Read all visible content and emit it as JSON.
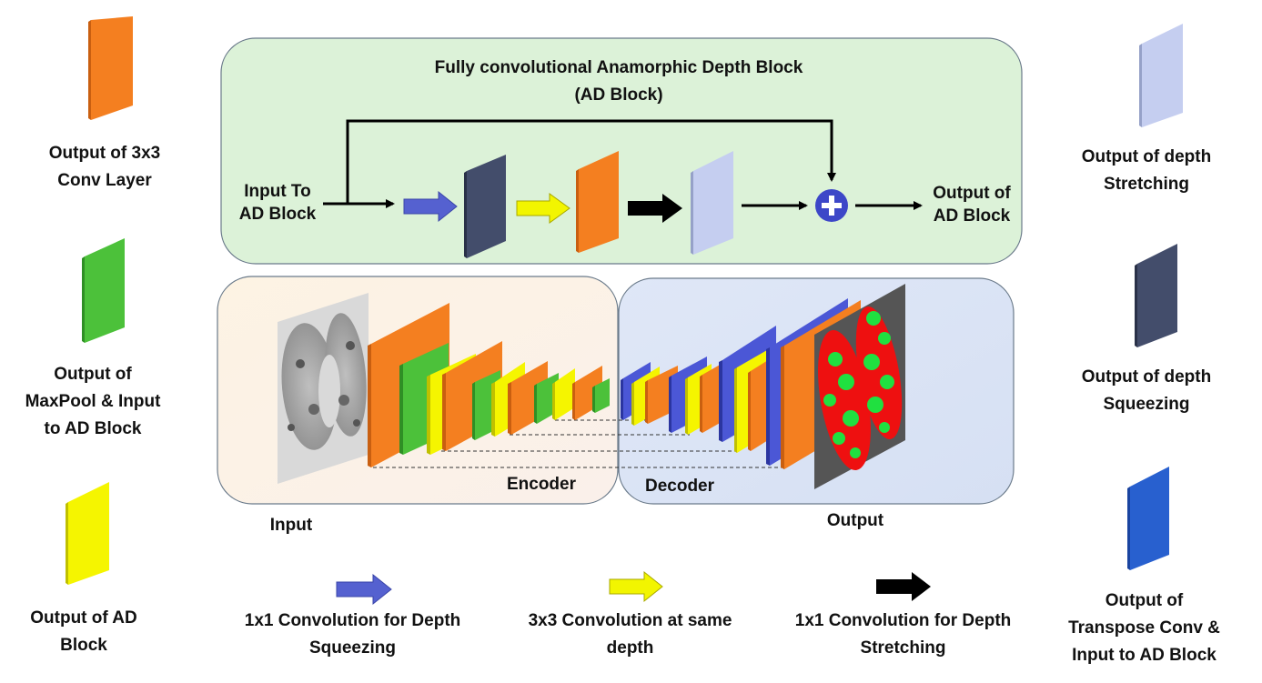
{
  "ad_block": {
    "title": "Fully convolutional Anamorphic Depth Block\n(AD Block)",
    "input_label": "Input To\nAD Block",
    "output_label": "Output of\nAD Block"
  },
  "network": {
    "encoder_label": "Encoder",
    "decoder_label": "Decoder",
    "input_label": "Input",
    "output_label": "Output"
  },
  "legend_left": [
    {
      "text": "Output of 3x3\nConv Layer",
      "color": "#f47f20"
    },
    {
      "text": "Output of\nMaxPool & Input\nto AD Block",
      "color": "#4cc13a"
    },
    {
      "text": "Output of AD\nBlock",
      "color": "#f5f500"
    }
  ],
  "legend_right": [
    {
      "text": "Output of depth\nStretching",
      "color": "#c5cef0"
    },
    {
      "text": "Output of depth\nSqueezing",
      "color": "#434d6b"
    },
    {
      "text": "Output of\nTranspose Conv &\nInput to AD Block",
      "color": "#2860cf"
    }
  ],
  "legend_bottom": [
    {
      "text": "1x1 Convolution for Depth\nSqueezing",
      "color": "#5561d0"
    },
    {
      "text": "3x3 Convolution at same\ndepth",
      "color": "#f2f500"
    },
    {
      "text": "1x1 Convolution for Depth\nStretching",
      "color": "#000000"
    }
  ]
}
